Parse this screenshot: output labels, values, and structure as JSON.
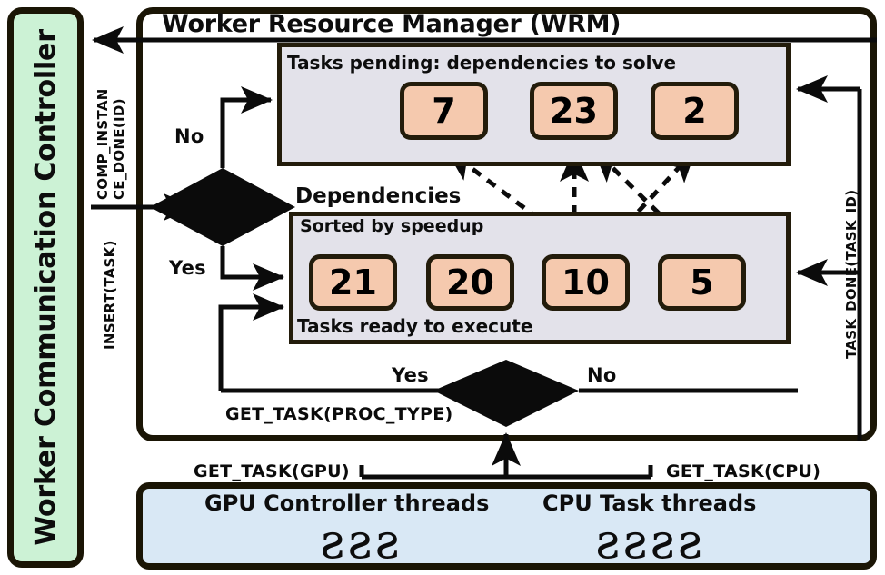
{
  "diagram": {
    "title": "Worker Resource Manager (WRM)",
    "sidebar": {
      "label": "Worker Communication Controller",
      "color": "#ccf2d5"
    },
    "colors": {
      "chip": "#f5c9ae",
      "panel": "#e3e2ea",
      "threads": "#d9e8f5",
      "stroke": "#1a1505"
    },
    "pending": {
      "caption": "Tasks pending: dependencies to solve",
      "tasks": [
        "7",
        "23",
        "2"
      ]
    },
    "dependencies": {
      "heading": "Dependencies",
      "caption_top": "Sorted by speedup",
      "caption_bottom": "Tasks ready to execute",
      "tasks": [
        "21",
        "20",
        "10",
        "5"
      ]
    },
    "threads": {
      "gpu_label": "GPU Controller threads",
      "gpu_squiggles": "ƨƨƨ",
      "cpu_label": "CPU Task threads",
      "cpu_squiggles": "ƨƨƨƨ"
    },
    "edges": {
      "comp_done_line1": "COMP_INSTAN",
      "comp_done_line2": "CE_DONE(ID)",
      "insert_task": "INSERT(TASK)",
      "task_done": "TASK_DONE(TASK_ID)",
      "no_top": "No",
      "yes_mid": "Yes",
      "yes_bottom": "Yes",
      "no_bottom": "No",
      "get_task_proc_type": "GET_TASK(PROC_TYPE)",
      "get_task_gpu": "GET_TASK(GPU)",
      "get_task_cpu": "GET_TASK(CPU)"
    }
  }
}
